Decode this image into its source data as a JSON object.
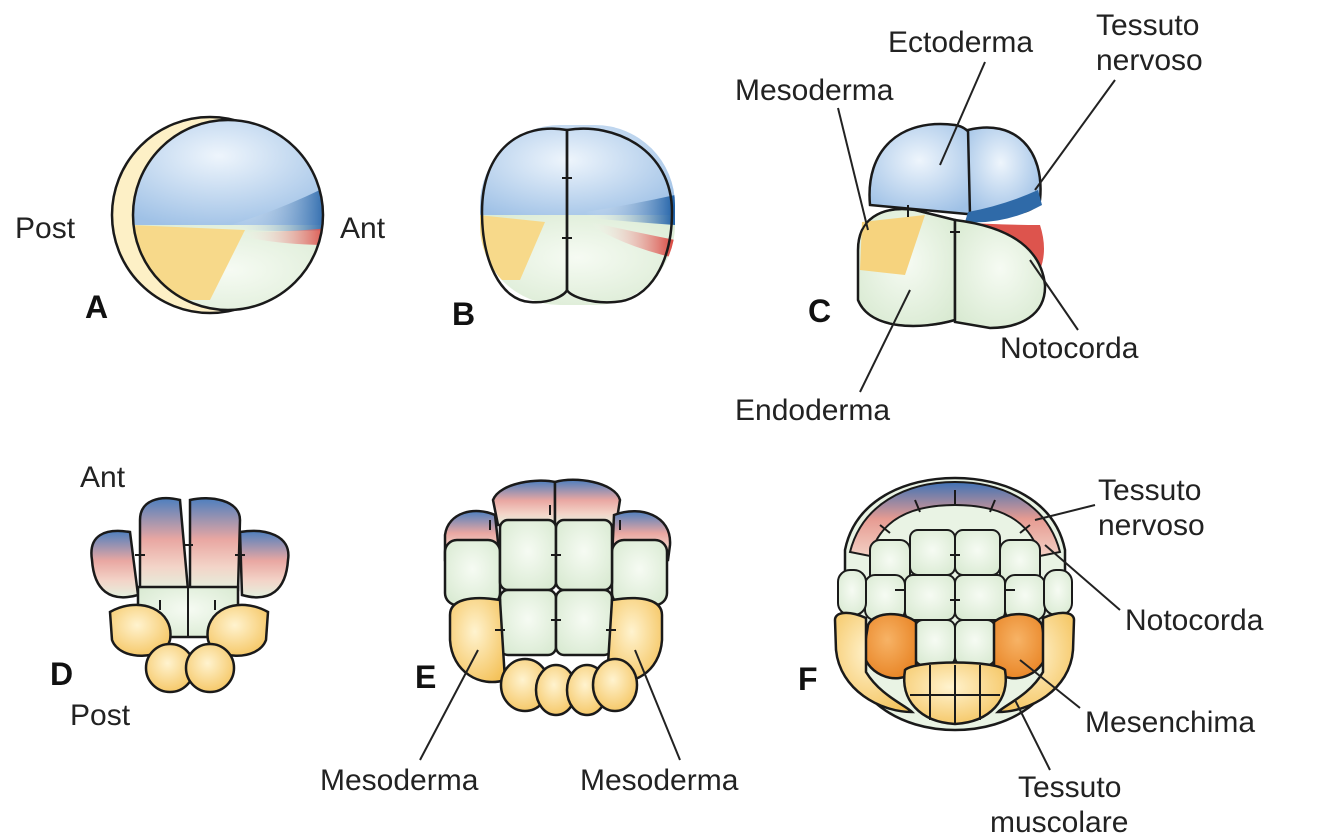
{
  "panels": {
    "a": {
      "letter": "A",
      "left": "Post",
      "right": "Ant"
    },
    "b": {
      "letter": "B"
    },
    "c": {
      "letter": "C",
      "ectoderm": "Ectoderma",
      "neural": "Tessuto\nnervoso",
      "mesoderm": "Mesoderma",
      "notochord": "Notocorda",
      "endoderm": "Endoderma"
    },
    "d": {
      "letter": "D",
      "top": "Ant",
      "bottom": "Post"
    },
    "e": {
      "letter": "E",
      "mesoderm_left": "Mesoderma",
      "mesoderm_right": "Mesoderma"
    },
    "f": {
      "letter": "F",
      "neural": "Tessuto\nnervoso",
      "notochord": "Notocorda",
      "mesenchyme": "Mesenchima",
      "muscle": "Tessuto\nmuscolare"
    }
  },
  "colors": {
    "ectoderm": "#a9c8e8",
    "neural": "#2f6aa8",
    "notochord": "#d9413a",
    "notochord_light": "#efb7a8",
    "endoderm": "#e4f0de",
    "mesoderm": "#f6d37e",
    "mesenchyme": "#ec8f2e",
    "muscle": "#f0b83a"
  }
}
